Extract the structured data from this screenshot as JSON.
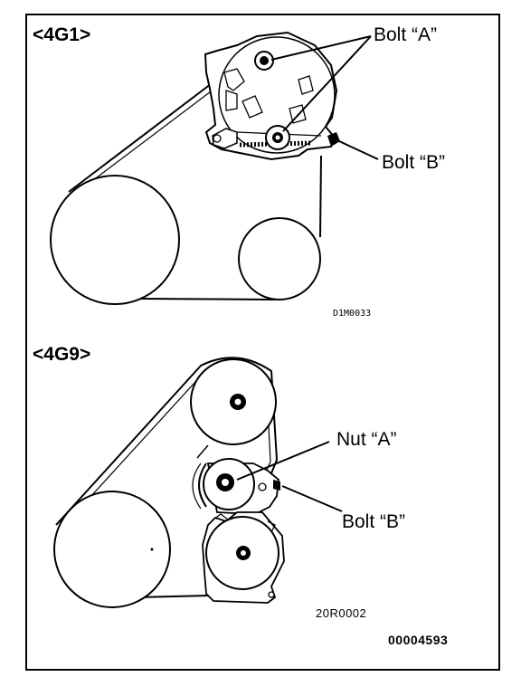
{
  "section_top": {
    "header": "<4G1>",
    "bolt_a_label": "Bolt “A”",
    "bolt_b_label": "Bolt “B”",
    "figure_code": "D1M0033"
  },
  "section_bottom": {
    "header": "<4G9>",
    "nut_a_label": "Nut “A”",
    "bolt_b_label": "Bolt “B”",
    "figure_code": "20R0002"
  },
  "document_number": "00004593"
}
